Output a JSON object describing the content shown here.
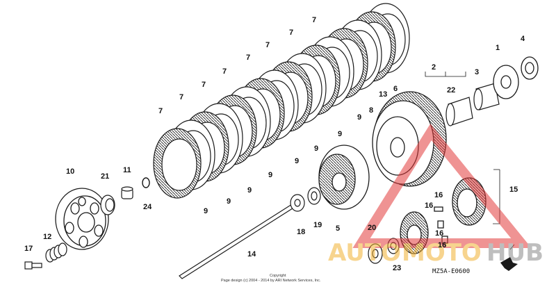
{
  "diagram": {
    "code": "MZ5A-E0600",
    "copyright_line1": "Copyright",
    "copyright_line2": "Page design (c) 2004 - 2014 by ARI Network Services, Inc.",
    "watermark": {
      "part1": "AUTO",
      "part2": "MOTO",
      "part3": "HUB"
    },
    "colors": {
      "line": "#1a1a1a",
      "watermark_red": "#e23b3b",
      "watermark_yellow": "#f2b233",
      "watermark_gray": "#8a8a8a"
    }
  },
  "callouts": [
    "1",
    "2",
    "3",
    "4",
    "5",
    "6",
    "7",
    "8",
    "9",
    "10",
    "11",
    "12",
    "13",
    "14",
    "15",
    "16",
    "17",
    "18",
    "19",
    "20",
    "21",
    "22",
    "23",
    "24"
  ]
}
